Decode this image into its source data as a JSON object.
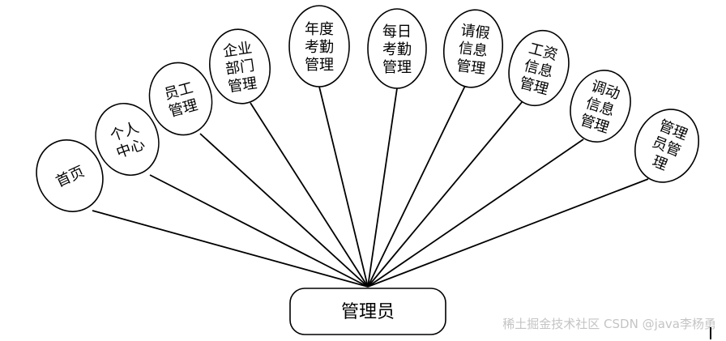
{
  "root": {
    "label": "管理员"
  },
  "nodes": [
    {
      "id": "home",
      "lines": [
        "首页"
      ]
    },
    {
      "id": "personal-center",
      "lines": [
        "个人",
        "中心"
      ]
    },
    {
      "id": "employee-management",
      "lines": [
        "员工",
        "管理"
      ]
    },
    {
      "id": "department-management",
      "lines": [
        "企业",
        "部门",
        "管理"
      ]
    },
    {
      "id": "annual-attendance-management",
      "lines": [
        "年度",
        "考勤",
        "管理"
      ]
    },
    {
      "id": "daily-attendance-management",
      "lines": [
        "每日",
        "考勤",
        "管理"
      ]
    },
    {
      "id": "leave-management",
      "lines": [
        "请假",
        "信息",
        "管理"
      ]
    },
    {
      "id": "salary-management",
      "lines": [
        "工资",
        "信息",
        "管理"
      ]
    },
    {
      "id": "transfer-management",
      "lines": [
        "调动",
        "信息",
        "管理"
      ]
    },
    {
      "id": "admin-management",
      "lines": [
        "管理",
        "员管",
        "理"
      ]
    }
  ],
  "watermark": "稀土掘金技术社区 CSDN @java李杨勇"
}
